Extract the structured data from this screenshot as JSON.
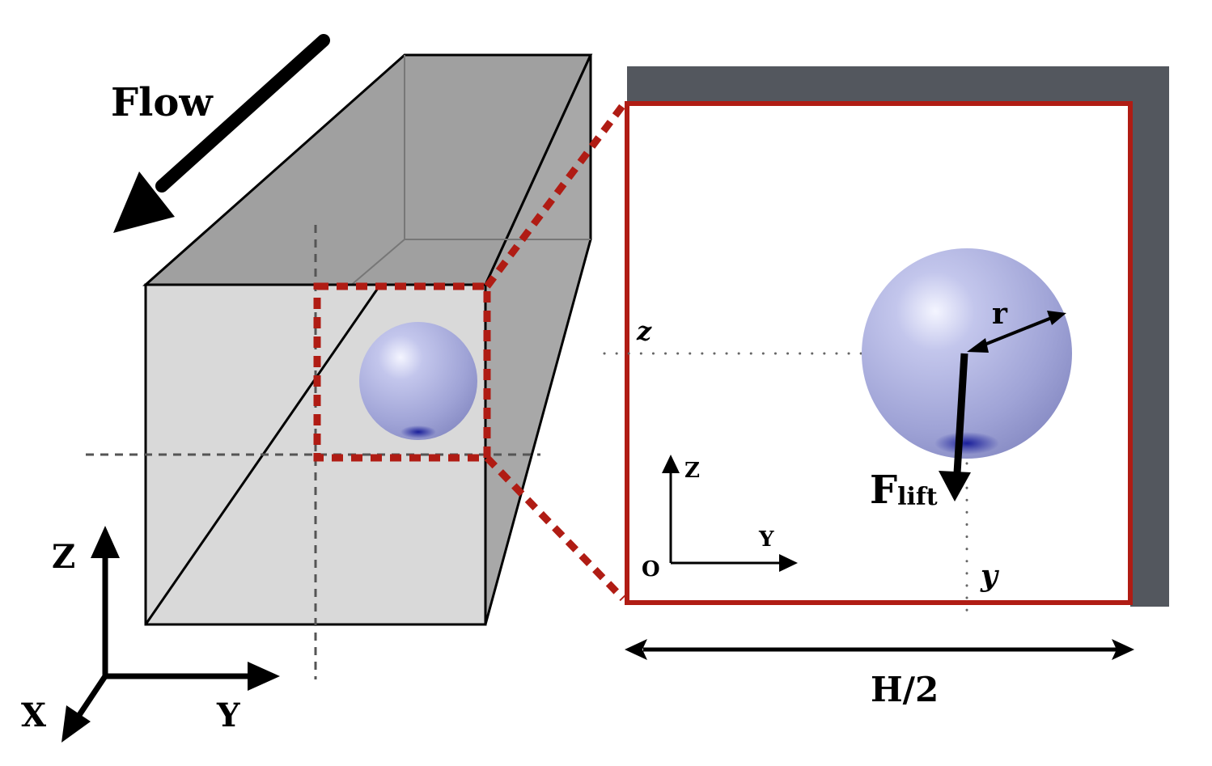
{
  "labels": {
    "flow": "Flow",
    "axis3d_z": "Z",
    "axis3d_x": "X",
    "axis3d_y": "Y",
    "inset_z_italic": "z",
    "inset_y_italic": "y",
    "inset_axis_z": "Z",
    "inset_axis_y": "Y",
    "inset_origin": "O",
    "radius": "r",
    "force_main": "F",
    "force_sub": "lift",
    "width": "H/2"
  },
  "colors": {
    "highlight": "#b01c14",
    "wall": "#53575e",
    "channel_front": "#d9d9d9",
    "channel_top": "#a0a0a0",
    "sphere": "#a8acdc"
  }
}
